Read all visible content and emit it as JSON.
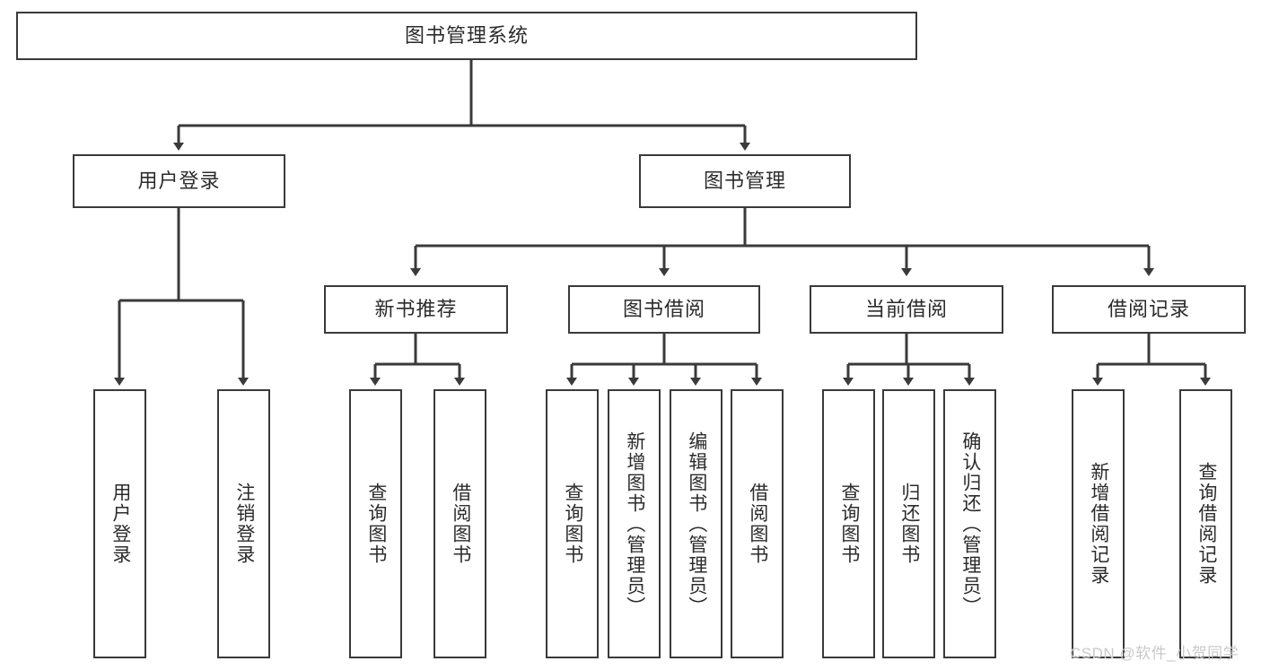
{
  "diagram": {
    "title": "图书管理系统",
    "type": "功能结构图",
    "watermark": "CSDN @软件_小贺同学",
    "colors": {
      "box_border": "#3a3a3a",
      "box_fill": "#ffffff",
      "connector": "#3a3a3a",
      "text": "#2b2b2b",
      "watermark": "#c9c9c9",
      "background": "#ffffff"
    }
  },
  "nodes": {
    "root": {
      "label": "图书管理系统",
      "orientation": "horizontal"
    },
    "level2": [
      {
        "id": "user-login",
        "label": "用户登录",
        "orientation": "horizontal"
      },
      {
        "id": "book-manage",
        "label": "图书管理",
        "orientation": "horizontal"
      }
    ],
    "level3": [
      {
        "id": "new-book-recommend",
        "label": "新书推荐",
        "orientation": "horizontal"
      },
      {
        "id": "book-borrow",
        "label": "图书借阅",
        "orientation": "horizontal"
      },
      {
        "id": "current-borrow",
        "label": "当前借阅",
        "orientation": "horizontal"
      },
      {
        "id": "borrow-record",
        "label": "借阅记录",
        "orientation": "horizontal"
      }
    ],
    "leaves": [
      {
        "id": "leaf-user-login",
        "label": "用户登录",
        "parent": "user-login",
        "orientation": "vertical"
      },
      {
        "id": "leaf-user-logout",
        "label": "注销登录",
        "parent": "user-login",
        "orientation": "vertical"
      },
      {
        "id": "leaf-query-book-1",
        "label": "查询图书",
        "parent": "new-book-recommend",
        "orientation": "vertical"
      },
      {
        "id": "leaf-borrow-book-1",
        "label": "借阅图书",
        "parent": "new-book-recommend",
        "orientation": "vertical"
      },
      {
        "id": "leaf-query-book-2",
        "label": "查询图书",
        "parent": "book-borrow",
        "orientation": "vertical"
      },
      {
        "id": "leaf-add-book",
        "label": "新增图书（管理员）",
        "parent": "book-borrow",
        "orientation": "vertical"
      },
      {
        "id": "leaf-edit-book",
        "label": "编辑图书（管理员）",
        "parent": "book-borrow",
        "orientation": "vertical"
      },
      {
        "id": "leaf-borrow-book-2",
        "label": "借阅图书",
        "parent": "book-borrow",
        "orientation": "vertical"
      },
      {
        "id": "leaf-query-book-3",
        "label": "查询图书",
        "parent": "current-borrow",
        "orientation": "vertical"
      },
      {
        "id": "leaf-return-book",
        "label": "归还图书",
        "parent": "current-borrow",
        "orientation": "vertical"
      },
      {
        "id": "leaf-confirm-return",
        "label": "确认归还（管理员）",
        "parent": "current-borrow",
        "orientation": "vertical"
      },
      {
        "id": "leaf-add-record",
        "label": "新增借阅记录",
        "parent": "borrow-record",
        "orientation": "vertical"
      },
      {
        "id": "leaf-query-record",
        "label": "查询借阅记录",
        "parent": "borrow-record",
        "orientation": "vertical"
      }
    ]
  }
}
